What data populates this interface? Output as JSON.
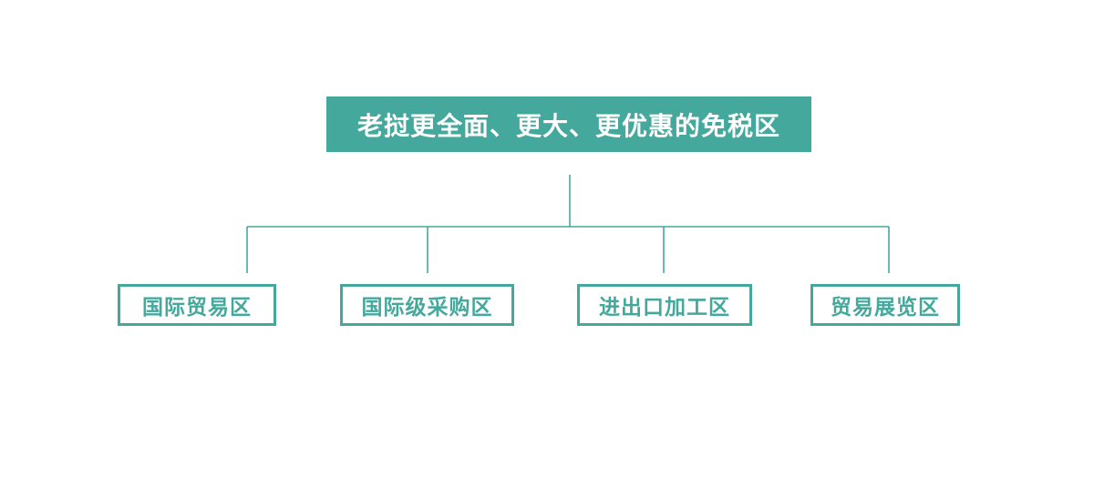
{
  "root": {
    "label": "老挝更全面、更大、更优惠的免税区"
  },
  "children": [
    {
      "label": "国际贸易区"
    },
    {
      "label": "国际级采购区"
    },
    {
      "label": "进出口加工区"
    },
    {
      "label": "贸易展览区"
    }
  ],
  "colors": {
    "accent": "#45a89d",
    "background": "#ffffff",
    "root_text": "#ffffff"
  }
}
